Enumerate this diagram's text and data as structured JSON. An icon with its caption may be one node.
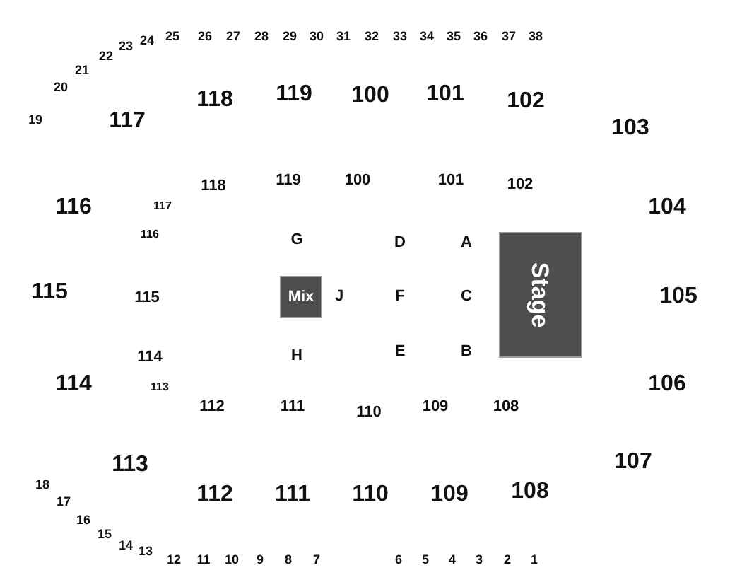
{
  "diagram": {
    "nodes": [
      {
        "text": [
          "Mix"
        ]
      },
      {
        "text": [
          "Stage"
        ]
      }
    ],
    "edges": [],
    "labels": [
      "24",
      "25",
      "26",
      "27",
      "28",
      "29",
      "30",
      "31",
      "32",
      "33",
      "34",
      "35",
      "36",
      "37",
      "38",
      "23",
      "22",
      "21",
      "20",
      "118",
      "119",
      "100",
      "101",
      "102",
      "19",
      "117",
      "103",
      "118",
      "119",
      "100",
      "101",
      "102",
      "116",
      "117",
      "104",
      "116",
      "G",
      "D",
      "A",
      "115",
      "115",
      "J",
      "F",
      "C",
      "105",
      "114",
      "H",
      "E",
      "B",
      "114",
      "113",
      "106",
      "112",
      "111",
      "110",
      "109",
      "108",
      "113",
      "107",
      "112",
      "111",
      "110",
      "109",
      "108",
      "18",
      "17",
      "16",
      "15",
      "14",
      "13",
      "12",
      "11",
      "10",
      "9",
      "8",
      "7",
      "6",
      "5",
      "4",
      "3",
      "2",
      "1"
    ]
  }
}
